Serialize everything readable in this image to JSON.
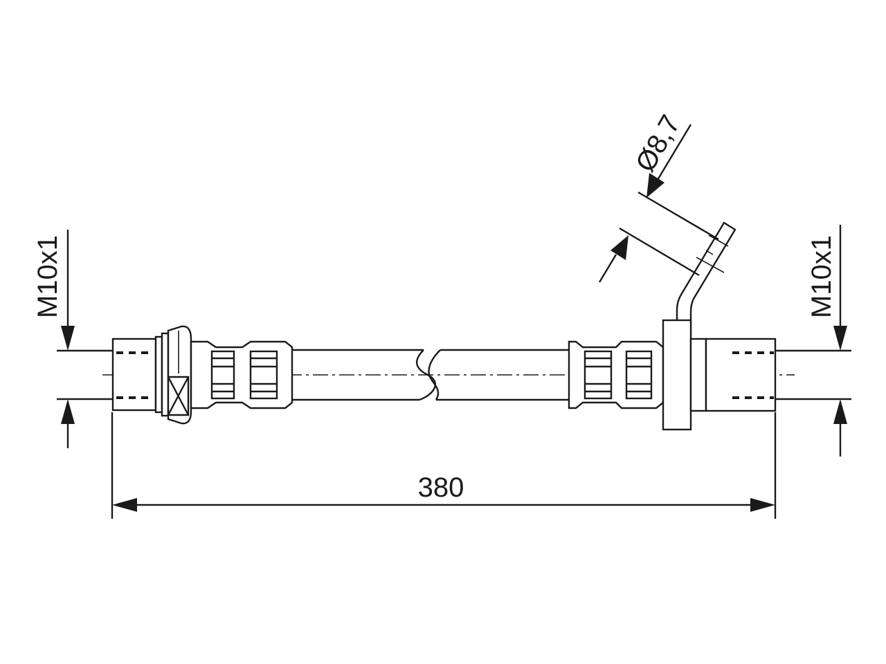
{
  "dimensions": {
    "overall_length": "380",
    "thread_left": "M10x1",
    "thread_right": "M10x1",
    "bracket_hole": "Ø8,7"
  },
  "colors": {
    "line": "#1a1a1a",
    "background": "#ffffff"
  }
}
